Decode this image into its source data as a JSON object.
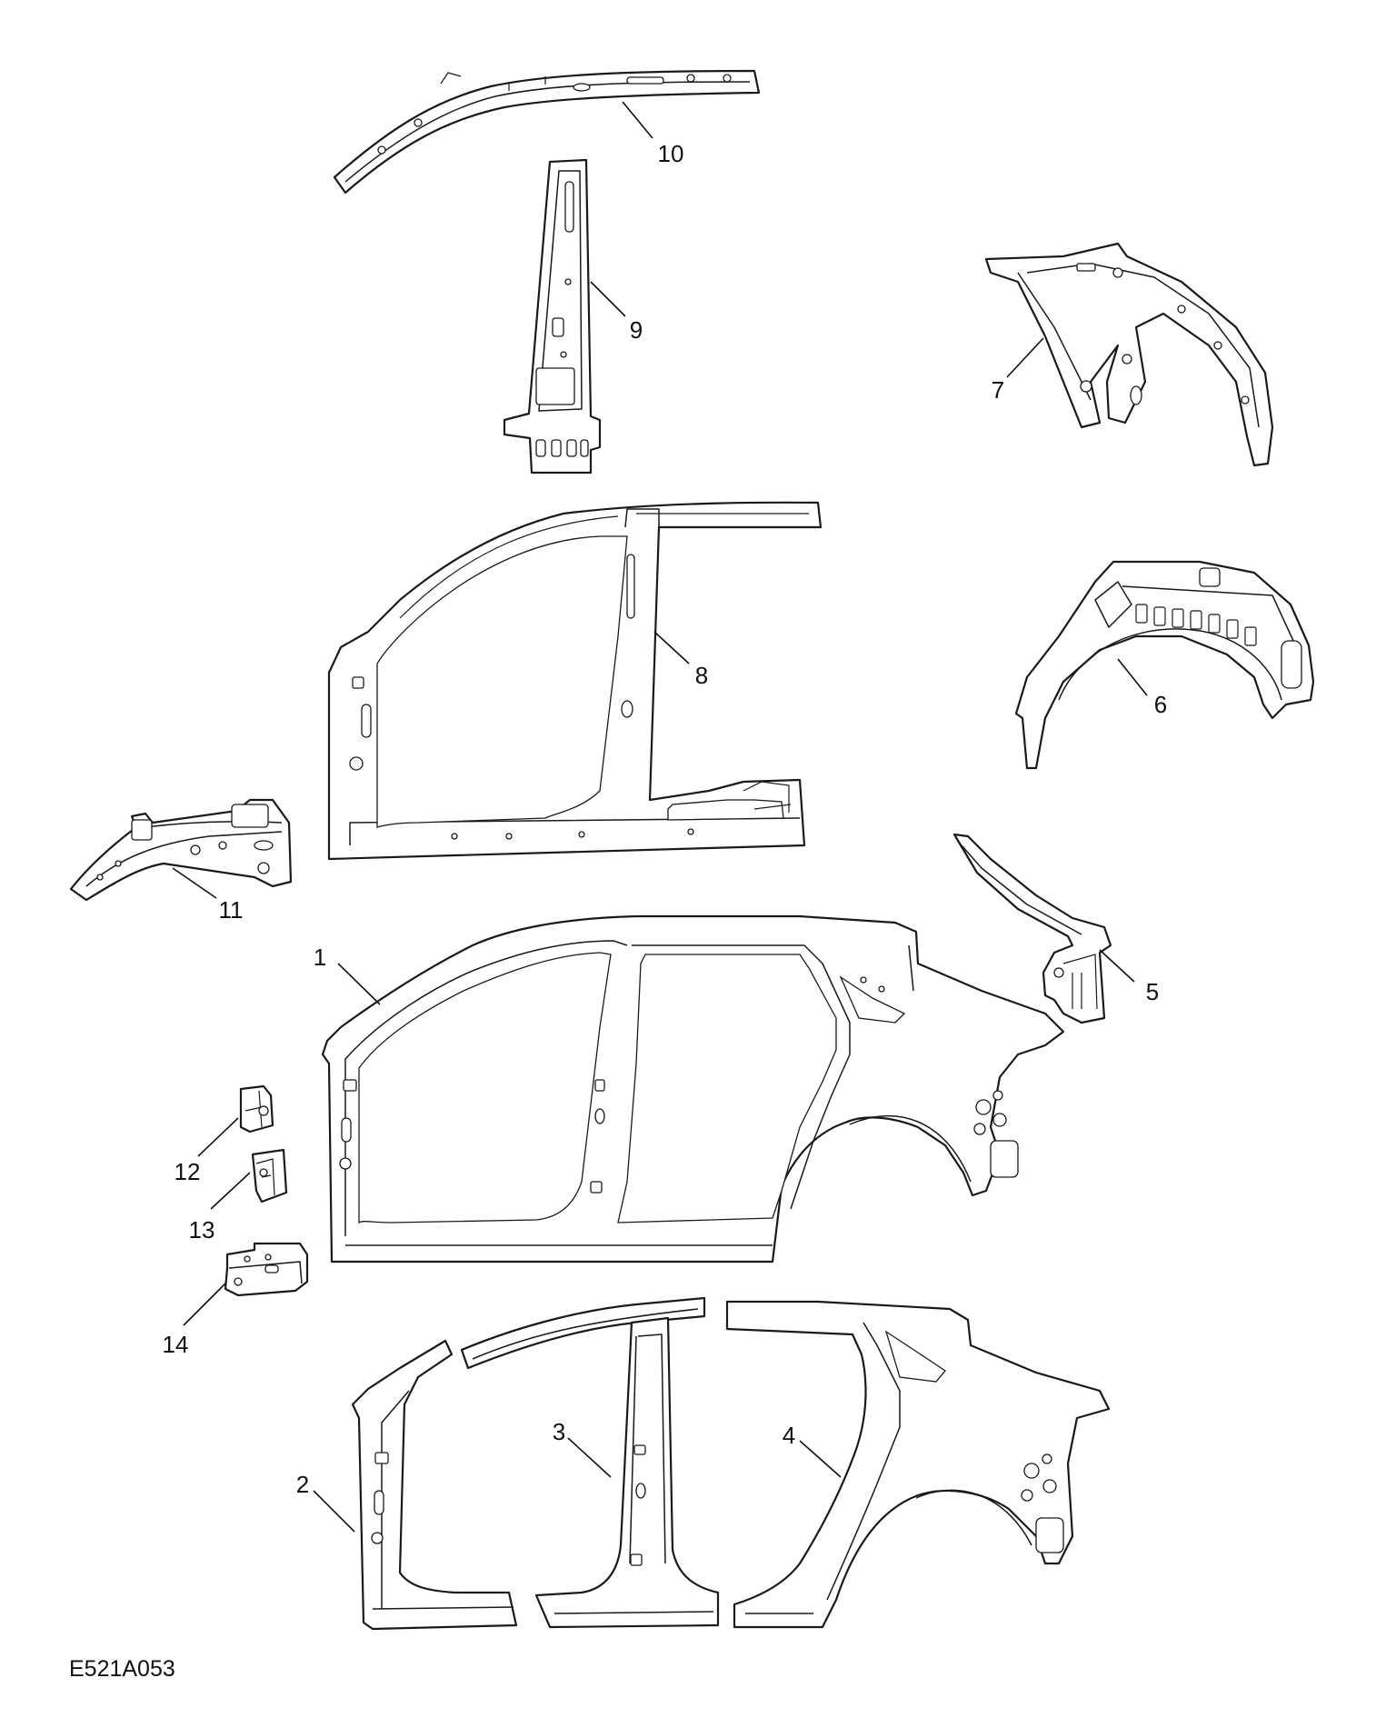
{
  "diagram": {
    "callouts": {
      "c1": "1",
      "c2": "2",
      "c3": "3",
      "c4": "4",
      "c5": "5",
      "c6": "6",
      "c7": "7",
      "c8": "8",
      "c9": "9",
      "c10": "10",
      "c11": "11",
      "c12": "12",
      "c13": "13",
      "c14": "14"
    },
    "reference_code": "E521A053"
  }
}
